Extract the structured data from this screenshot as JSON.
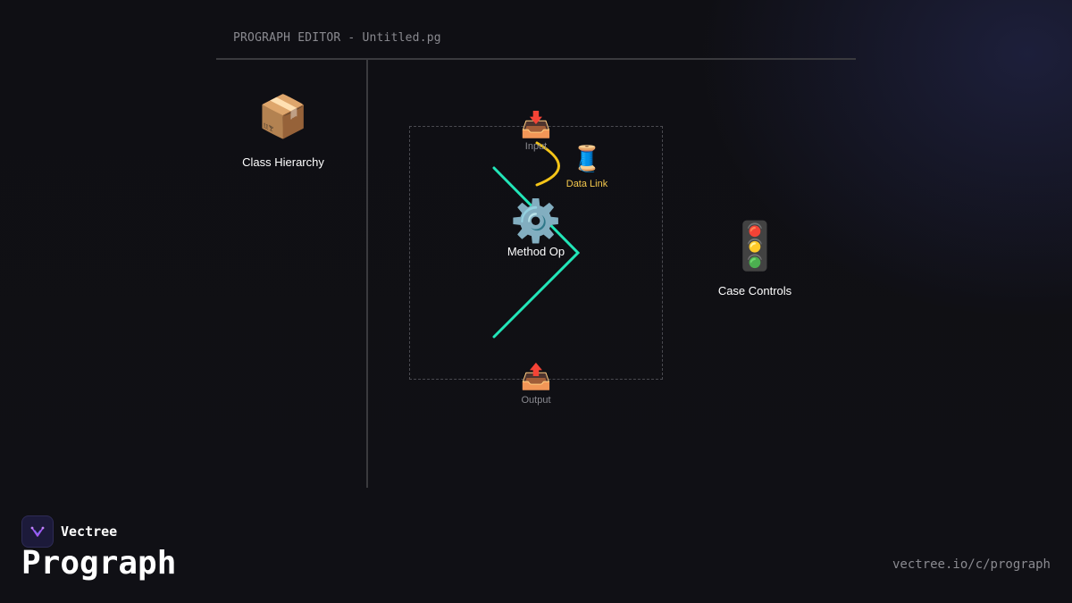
{
  "window": {
    "title": "PROGRAPH EDITOR - Untitled.pg"
  },
  "palette": {
    "class_hierarchy": {
      "icon": "package-icon",
      "glyph": "📦",
      "label": "Class Hierarchy"
    }
  },
  "canvas": {
    "input": {
      "icon": "inbox-tray-icon",
      "glyph": "📥",
      "label": "Input"
    },
    "data_link": {
      "icon": "thread-spool-icon",
      "glyph": "🧵",
      "label": "Data Link",
      "color": "#f5c84c"
    },
    "method_op": {
      "icon": "gear-icon",
      "glyph": "⚙️",
      "label": "Method Op"
    },
    "output": {
      "icon": "outbox-tray-icon",
      "glyph": "📤",
      "label": "Output"
    },
    "case_controls": {
      "icon": "traffic-light-icon",
      "glyph": "🚦",
      "label": "Case Controls"
    },
    "wire_colors": {
      "data_link": "#f5c518",
      "control_flow": "#22e6b8"
    }
  },
  "footer": {
    "brand_name": "Vectree",
    "product_name": "Prograph",
    "url": "vectree.io/c/prograph"
  }
}
